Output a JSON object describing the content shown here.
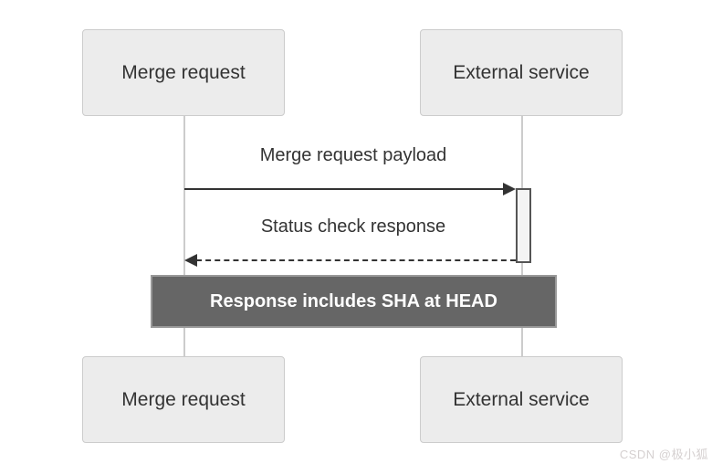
{
  "diagram": {
    "actors_top": [
      {
        "label": "Merge request"
      },
      {
        "label": "External service"
      }
    ],
    "actors_bottom": [
      {
        "label": "Merge request"
      },
      {
        "label": "External service"
      }
    ],
    "messages": [
      {
        "label": "Merge request payload",
        "style": "solid",
        "direction": "right"
      },
      {
        "label": "Status check response",
        "style": "dashed",
        "direction": "left"
      }
    ],
    "note": {
      "label": "Response includes SHA at HEAD"
    }
  },
  "watermark": {
    "text": "CSDN @极小狐"
  },
  "colors": {
    "actor_fill": "#ececec",
    "actor_border": "#cccccc",
    "actor_text": "#333333",
    "lifeline": "#cccccc",
    "arrow": "#333333",
    "activation_fill": "#f4f4f4",
    "activation_border": "#555555",
    "note_fill": "#666666",
    "note_border": "#999999",
    "note_text": "#ffffff",
    "watermark_text": "#d5d0d0"
  }
}
